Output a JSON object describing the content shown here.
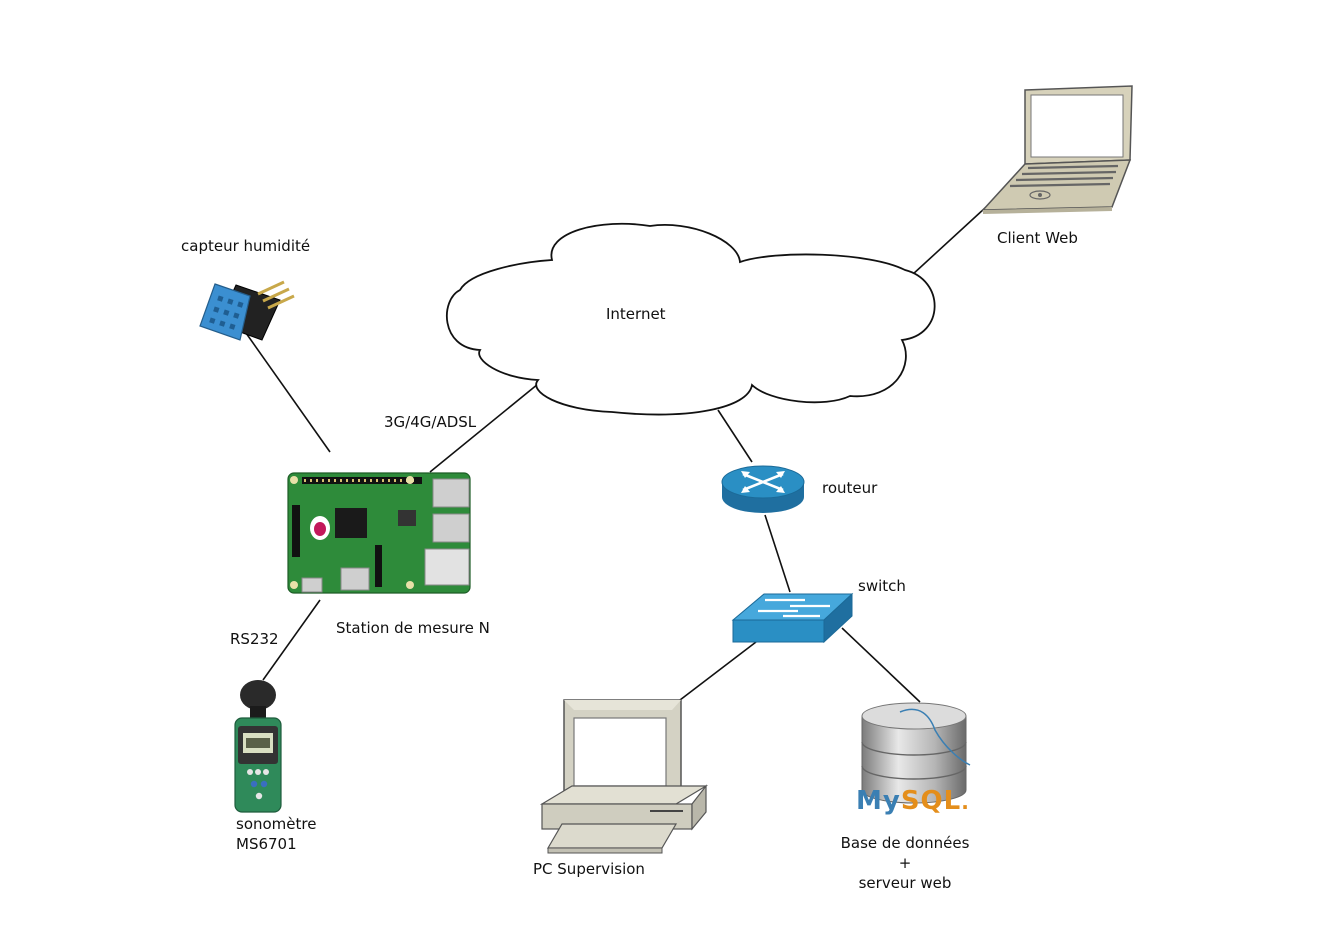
{
  "labels": {
    "capteur": "capteur humidité",
    "internet": "Internet",
    "client": "Client Web",
    "link": "3G/4G/ADSL",
    "routeur": "routeur",
    "switch": "switch",
    "rs232": "RS232",
    "station": "Station de mesure N",
    "sono_line1": "sonomètre",
    "sono_line2": "MS6701",
    "pc": "PC Supervision",
    "db_line1": "Base de données",
    "db_line2": "+",
    "db_line3": "serveur web"
  },
  "logo": {
    "text": "MySQL"
  },
  "colors": {
    "cisco_blue": "#2a8fc4",
    "sensor_blue": "#3b8fd1",
    "pcb_green": "#2e8b3a",
    "sono_green": "#2f8a5a",
    "laptop_beige": "#d7d2bb",
    "pc_beige": "#d4d2c4",
    "mysql_blue": "#3a7fb3",
    "mysql_orange": "#e48e1b"
  },
  "icons": [
    "laptop-icon",
    "cloud-icon",
    "humidity-sensor-icon",
    "raspberry-pi-icon",
    "router-icon",
    "switch-icon",
    "sound-meter-icon",
    "desktop-pc-icon",
    "database-icon"
  ]
}
